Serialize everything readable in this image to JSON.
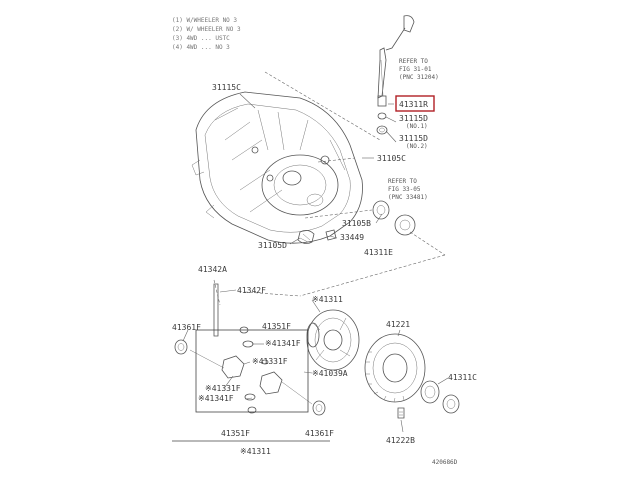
{
  "header": {
    "line1": "(1) W/WHEELER NO 3",
    "line2": "(2) W/ WHEELER NO 3",
    "line3": "(3) 4WD ... USTC",
    "line4": "(4) 4WD ... NO 3"
  },
  "refs": {
    "ref1": [
      "REFER TO",
      "FIG 31-01",
      "(PNC 31204)"
    ],
    "ref2": [
      "REFER TO",
      "FIG 33-05",
      "(PNC 33481)"
    ]
  },
  "labels": {
    "l31115C": "31115C",
    "l41311R": "41311R",
    "l31115D_1": "31115D",
    "l31115D_1_note": "(NO.1)",
    "l31115D_2": "31115D",
    "l31115D_2_note": "(NO.2)",
    "l31105C": "31105C",
    "l31105B": "31105B",
    "l33449": "33449",
    "l31105D": "31105D",
    "l41311E": "41311E",
    "l41342A": "41342A",
    "l41342F": "41342F",
    "l41311star": "※41311",
    "l41361F_1": "41361F",
    "l41351F_1": "41351F",
    "l41341F_1": "※41341F",
    "l41331F_1": "※41331F",
    "l41039A": "※41039A",
    "l41331F_2": "※41331F",
    "l41341F_2": "※41341F",
    "l41351F_2": "41351F",
    "l41361F_2": "41361F",
    "l41311bottom": "※41311",
    "l41221": "41221",
    "l41311C": "41311C",
    "l41222B": "41222B",
    "code": "420686D"
  }
}
